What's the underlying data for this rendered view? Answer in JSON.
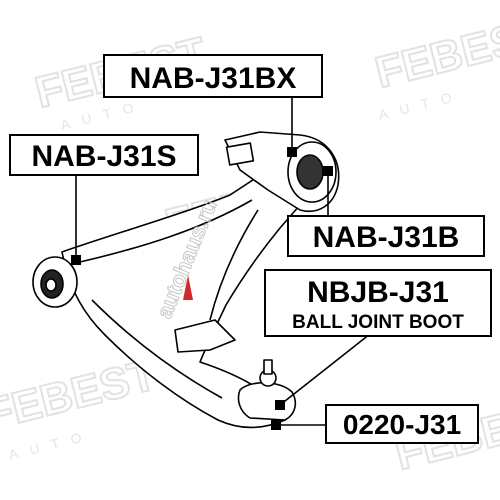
{
  "watermark": {
    "brand": "FEBEST",
    "tagline": "AUTO",
    "site": "autohaus.ru",
    "site_color": "#d12a2a"
  },
  "callouts": [
    {
      "id": "nab-j31bx",
      "part": "NAB-J31BX"
    },
    {
      "id": "nab-j31s",
      "part": "NAB-J31S"
    },
    {
      "id": "nab-j31b",
      "part": "NAB-J31B"
    },
    {
      "id": "nbjb-j31",
      "part": "NBJB-J31",
      "desc": "BALL JOINT BOOT"
    },
    {
      "id": "0220-j31",
      "part": "0220-J31"
    }
  ],
  "colors": {
    "line": "#000000",
    "arm_fill": "#ffffff",
    "watermark": "#e2e2e2"
  }
}
